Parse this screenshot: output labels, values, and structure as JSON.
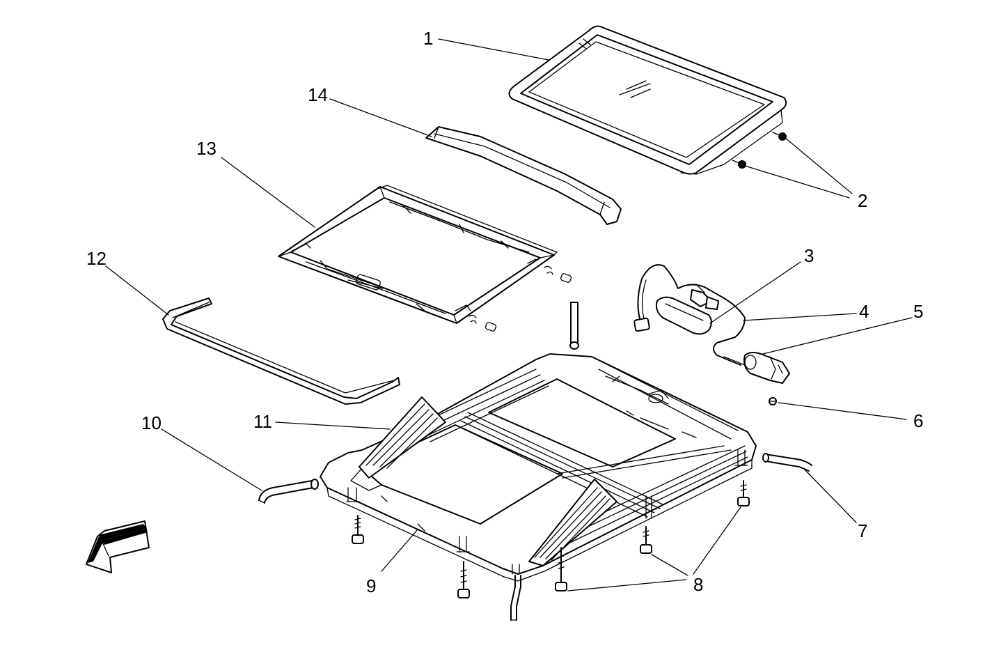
{
  "callouts": {
    "c1": "1",
    "c2": "2",
    "c3": "3",
    "c4": "4",
    "c5": "5",
    "c6": "6",
    "c7": "7",
    "c8": "8",
    "c9": "9",
    "c10": "10",
    "c11": "11",
    "c12": "12",
    "c13": "13",
    "c14": "14"
  },
  "colors": {
    "ink": "#000000",
    "paper": "#ffffff"
  },
  "icons": {
    "direction": "front-arrow-icon"
  }
}
